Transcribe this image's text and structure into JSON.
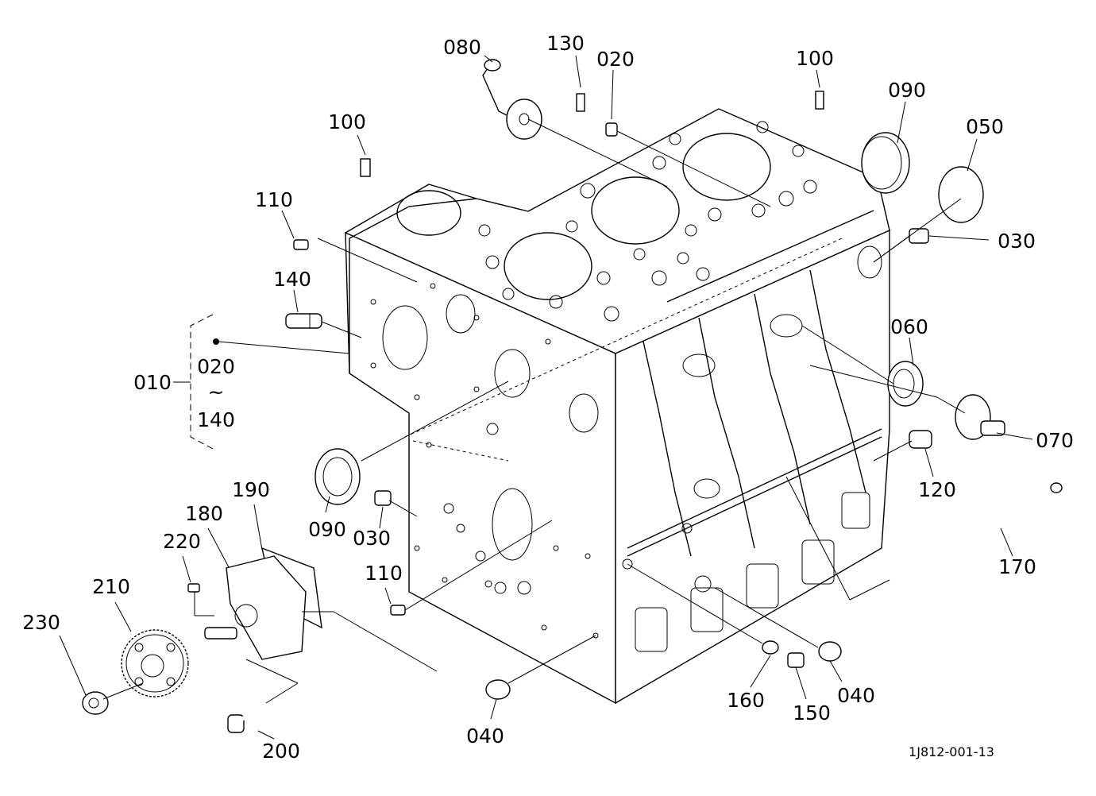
{
  "diagram": {
    "drawing_number": "1J812-001-13",
    "assembly_range": {
      "label": "010",
      "from": "020",
      "tilde": "~",
      "to": "140"
    },
    "callouts": [
      "080",
      "130",
      "020",
      "100",
      "090",
      "050",
      "100",
      "110",
      "030",
      "140",
      "060",
      "070",
      "120",
      "170",
      "090",
      "030",
      "110",
      "190",
      "180",
      "220",
      "210",
      "230",
      "160",
      "150",
      "040",
      "040",
      "200"
    ]
  }
}
